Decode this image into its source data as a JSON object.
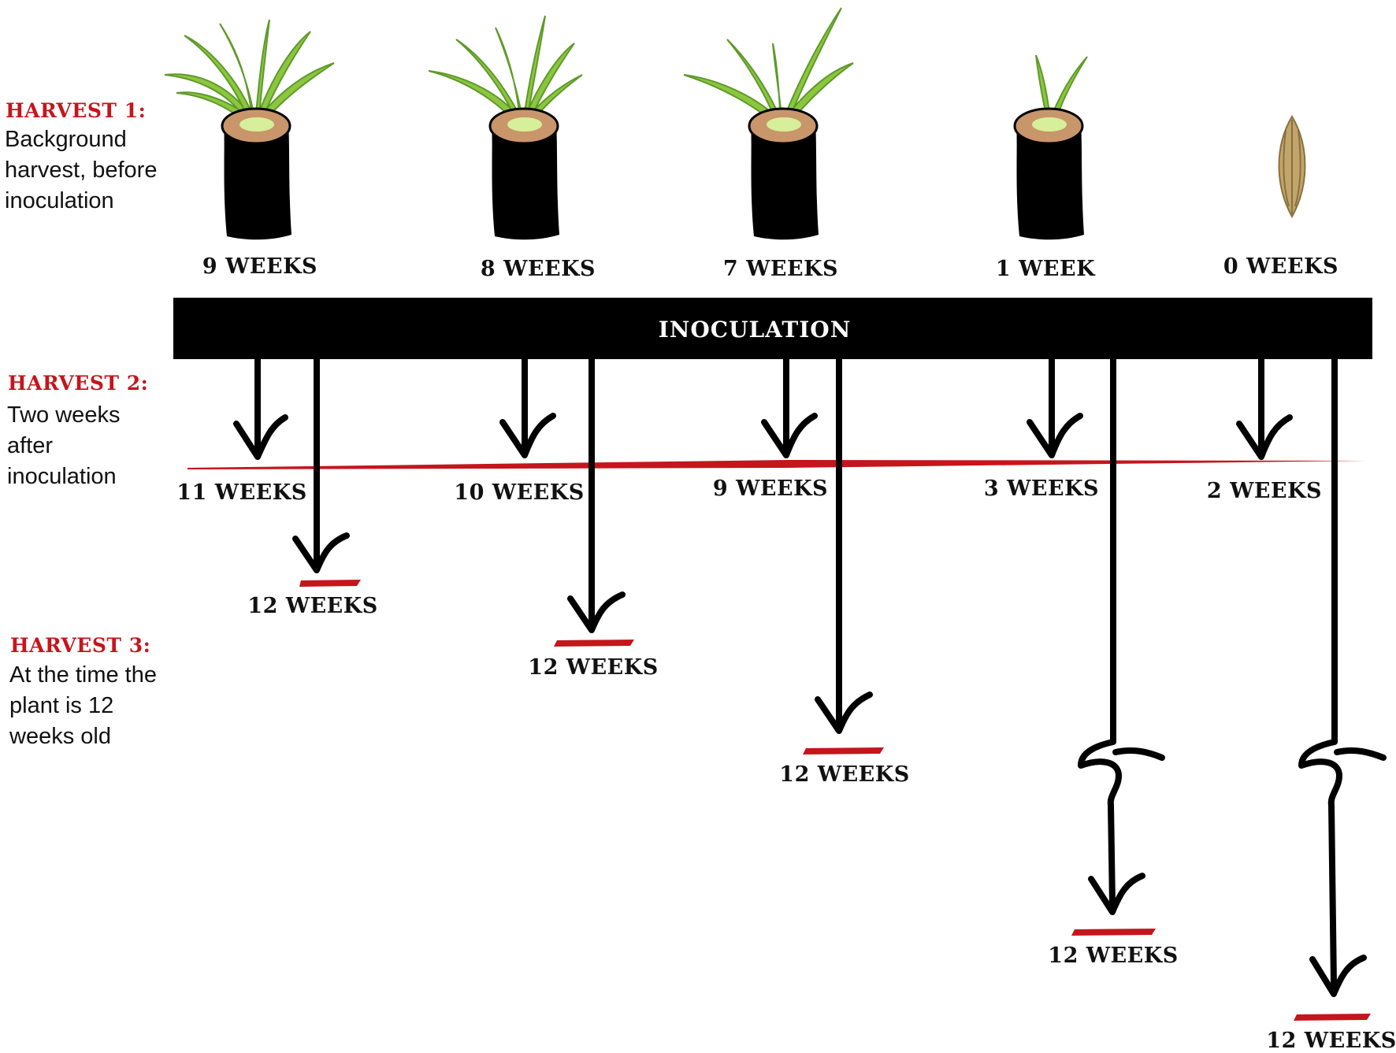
{
  "colors": {
    "accent_red": "#c4161c",
    "bar": "#000000",
    "leaf": "#8cc63f",
    "leaf_dark": "#5e9a2a",
    "soil": "#c9956a",
    "seed": "#c2a56a"
  },
  "harvests": [
    {
      "title": "HARVEST 1:",
      "description": [
        "Background",
        "harvest, before",
        "inoculation"
      ]
    },
    {
      "title": "HARVEST 2:",
      "description": [
        "Two weeks",
        "after",
        "inoculation"
      ]
    },
    {
      "title": "HARVEST 3:",
      "description": [
        "At the time the",
        "plant is 12",
        "weeks old"
      ]
    }
  ],
  "inoculation_label": "INOCULATION",
  "plants": [
    {
      "icon": "potted-plant-icon",
      "age": "9 WEEKS",
      "harvest2": "11 WEEKS",
      "harvest3": "12 WEEKS"
    },
    {
      "icon": "potted-plant-icon",
      "age": "8 WEEKS",
      "harvest2": "10 WEEKS",
      "harvest3": "12 WEEKS"
    },
    {
      "icon": "potted-plant-icon",
      "age": "7 WEEKS",
      "harvest2": "9 WEEKS",
      "harvest3": "12 WEEKS"
    },
    {
      "icon": "potted-seedling-icon",
      "age": "1 WEEK",
      "harvest2": "3 WEEKS",
      "harvest3": "12 WEEKS"
    },
    {
      "icon": "seed-icon",
      "age": "0 WEEKS",
      "harvest2": "2 WEEKS",
      "harvest3": "12 WEEKS"
    }
  ]
}
